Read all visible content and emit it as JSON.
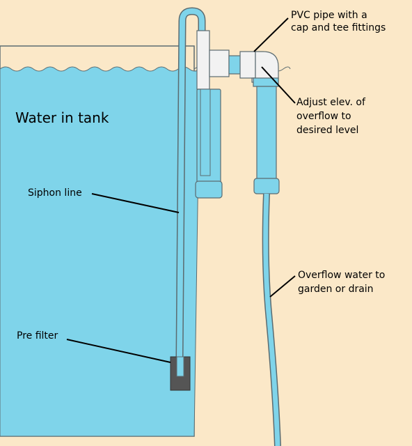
{
  "colors": {
    "background": "#fbe8c8",
    "water": "#7fd4ea",
    "pipe": "#7fd4ea",
    "fitting": "#f2f2f2",
    "outline": "#5b6b70",
    "prefilter": "#555555"
  },
  "labels": {
    "water_in_tank": "Water in tank",
    "siphon_line": "Siphon line",
    "pre_filter": "Pre filter",
    "pvc_pipe": [
      "PVC pipe with a",
      "cap and tee fittings"
    ],
    "adjust": [
      "Adjust elev. of",
      "overflow to",
      "desired level"
    ],
    "overflow": [
      "Overflow water to",
      "garden or drain"
    ]
  }
}
